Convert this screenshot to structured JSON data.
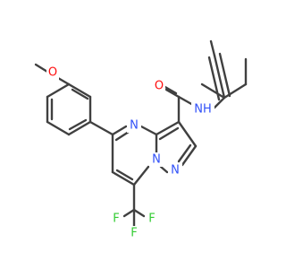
{
  "atoms": {
    "o_methoxy": {
      "symbol": "O",
      "color": "#ff0d0d"
    },
    "o_carbonyl": {
      "symbol": "O",
      "color": "#ff0d0d"
    },
    "n_ring_top": {
      "symbol": "N",
      "color": "#3050f8"
    },
    "n_bridge": {
      "symbol": "N",
      "color": "#3050f8"
    },
    "n_pyrazole": {
      "symbol": "N",
      "color": "#3050f8"
    },
    "nh_amide": {
      "symbol": "NH",
      "color": "#3050f8"
    },
    "f1": {
      "symbol": "F",
      "color": "#33cc33"
    },
    "f2": {
      "symbol": "F",
      "color": "#33cc33"
    },
    "f3": {
      "symbol": "F",
      "color": "#33cc33"
    }
  },
  "colors": {
    "bond": "#404040",
    "background": "#ffffff"
  }
}
